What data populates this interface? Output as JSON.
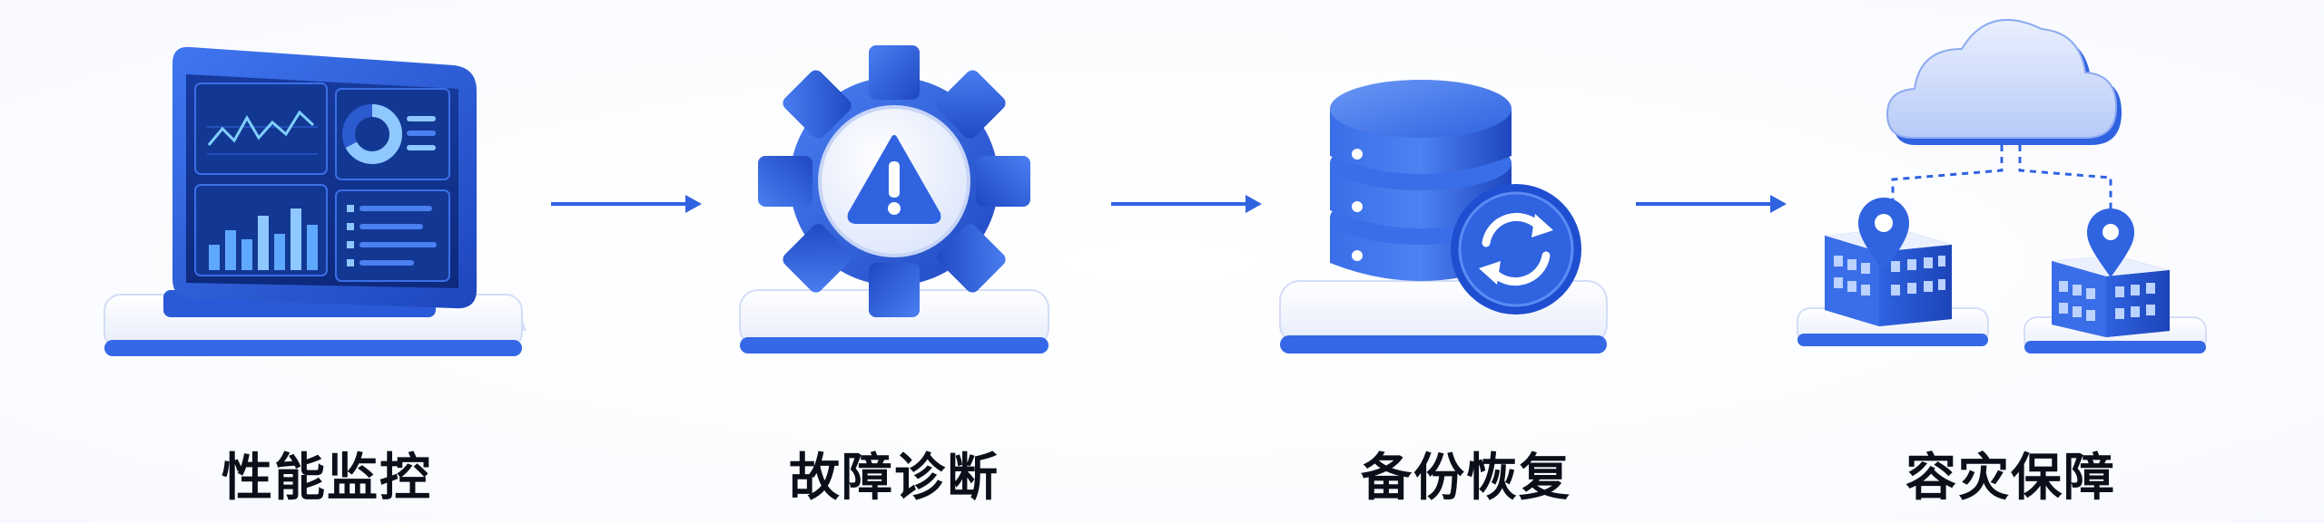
{
  "colors": {
    "primary": "#2f63e0",
    "primary_dark": "#1f45b8",
    "accent_light": "#c9d7fb",
    "text": "#0b0f1a"
  },
  "steps": [
    {
      "label": "性能监控",
      "icon": "monitor-dashboard-icon"
    },
    {
      "label": "故障诊断",
      "icon": "gear-warning-icon"
    },
    {
      "label": "备份恢复",
      "icon": "database-sync-icon"
    },
    {
      "label": "容灾保障",
      "icon": "cloud-buildings-icon"
    }
  ],
  "arrows": [
    "arrow-right-icon",
    "arrow-right-icon",
    "arrow-right-icon"
  ]
}
